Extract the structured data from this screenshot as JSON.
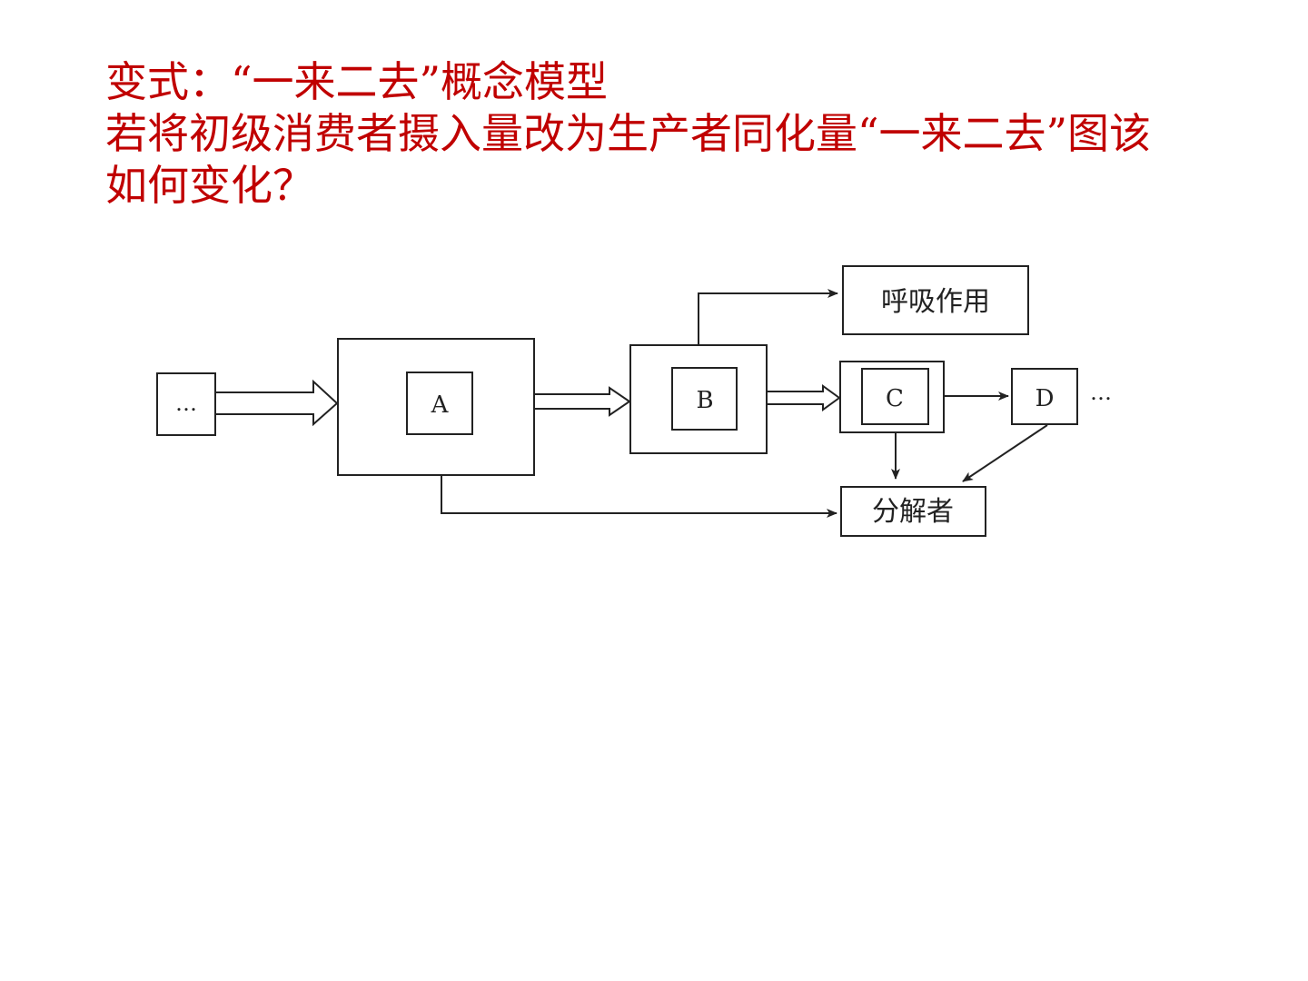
{
  "heading": {
    "line1": "变式：“一来二去”概念模型",
    "line2": "若将初级消费者摄入量改为生产者同化量“一来二去”图该",
    "line3": "如何变化？"
  },
  "diagram": {
    "start_label": "…",
    "node_a": "A",
    "node_b": "B",
    "node_c": "C",
    "node_d": "D",
    "end_label": "…",
    "respiration": "呼吸作用",
    "decomposer": "分解者"
  }
}
